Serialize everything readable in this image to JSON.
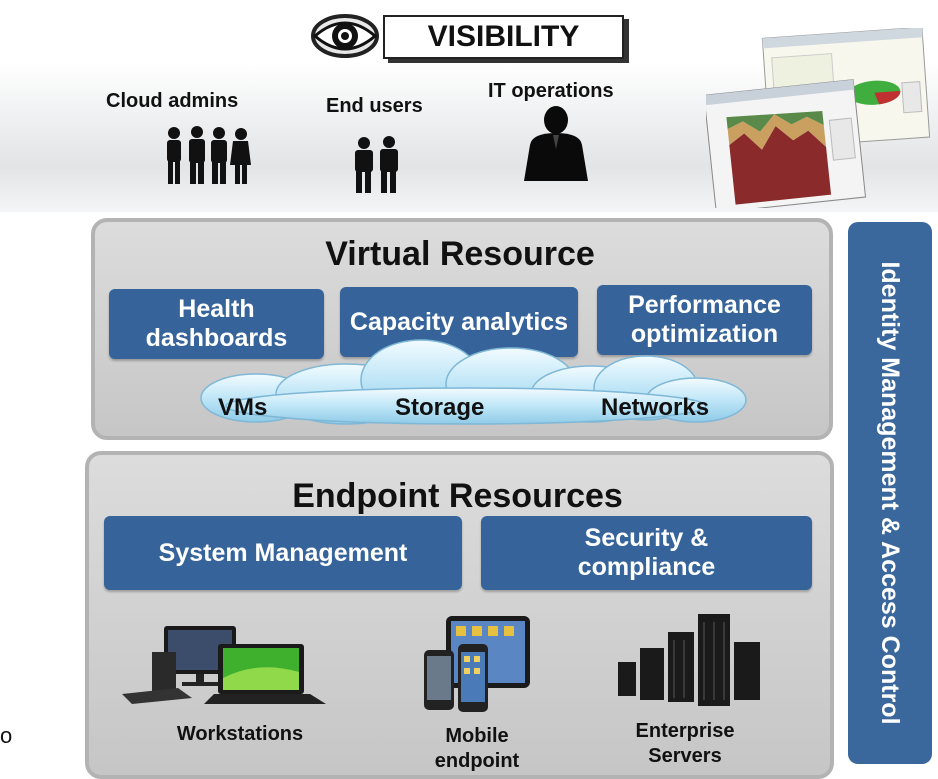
{
  "visibility": {
    "label": "VISIBILITY",
    "icon": "eye-icon"
  },
  "users": [
    {
      "label": "Cloud admins",
      "icon": "group-people-icon"
    },
    {
      "label": "End users",
      "icon": "couple-people-icon"
    },
    {
      "label": "IT operations",
      "icon": "businessman-icon"
    }
  ],
  "virtual": {
    "title": "Virtual Resource",
    "boxes": [
      "Health dashboards",
      "Capacity analytics",
      "Performance optimization"
    ],
    "cloud_labels": [
      "VMs",
      "Storage",
      "Networks"
    ]
  },
  "endpoint": {
    "title": "Endpoint Resources",
    "boxes": [
      "System Management",
      "Security & compliance"
    ],
    "devices": [
      "Workstations",
      "Mobile endpoint",
      "Enterprise Servers"
    ]
  },
  "side": {
    "label": "Identity Management & Access Control"
  },
  "fragment": "o",
  "colors": {
    "box_blue": "#36649a",
    "side_blue": "#3a679c",
    "panel_gray": "#d2d2d2"
  }
}
